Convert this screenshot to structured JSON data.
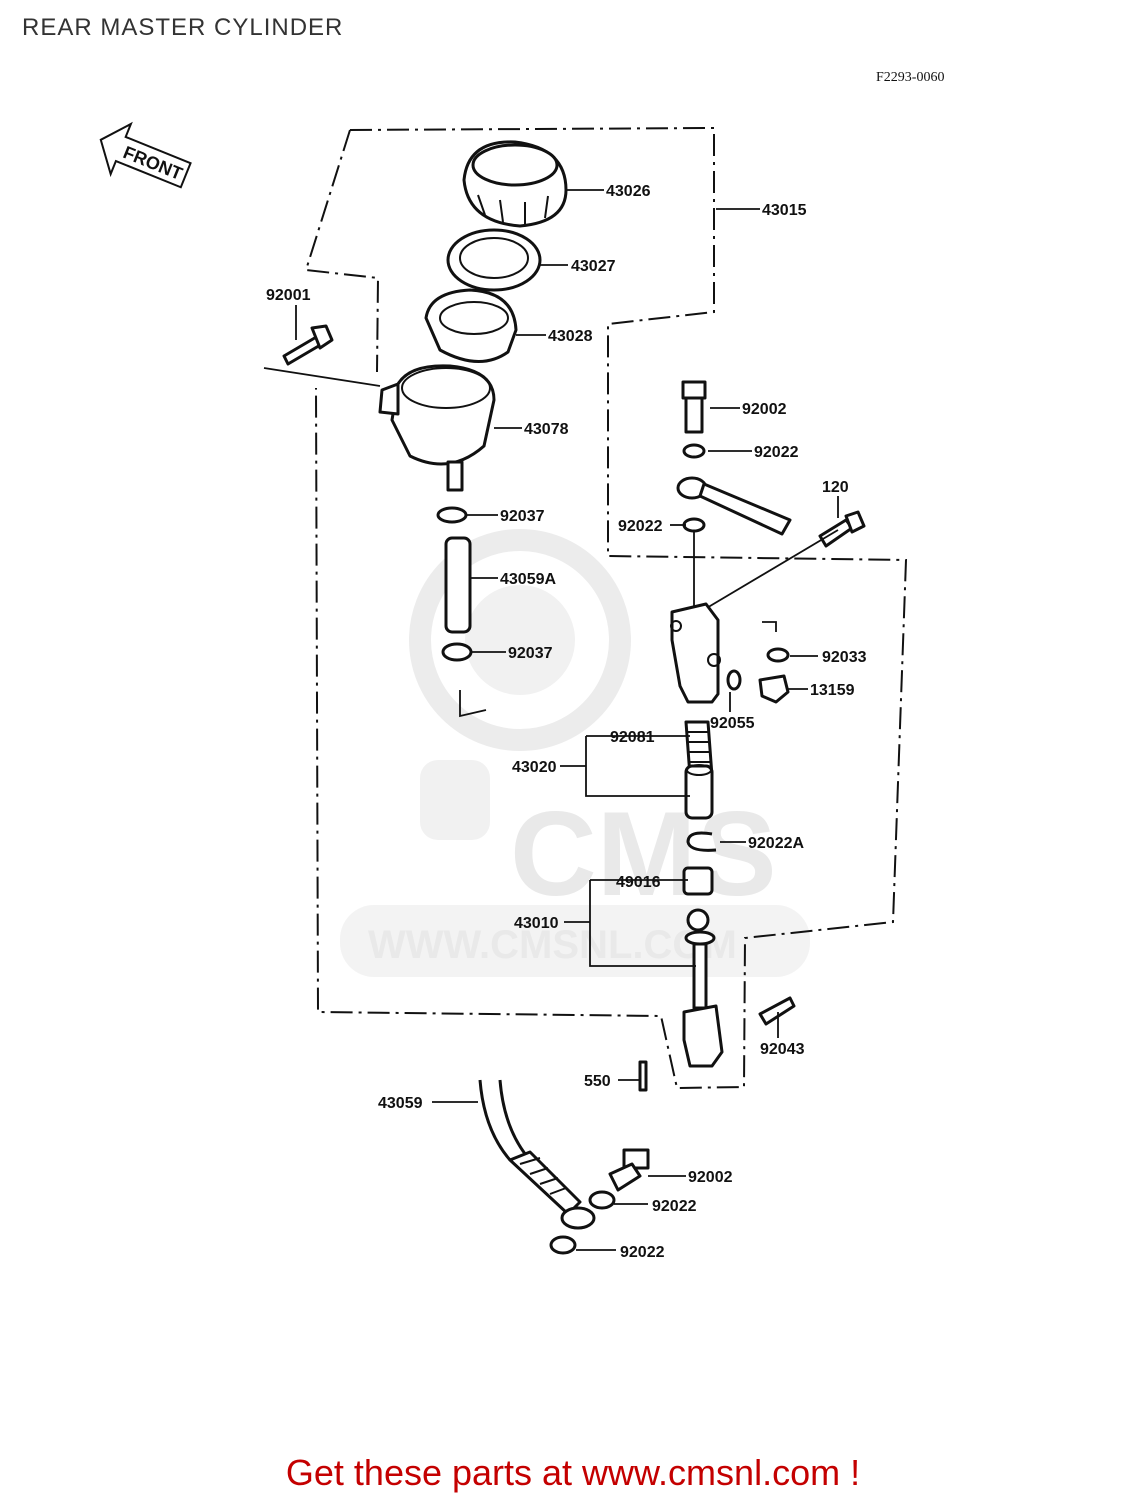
{
  "title": "REAR MASTER CYLINDER",
  "diagram_code": "F2293-0060",
  "front_label": "FRONT",
  "watermark": {
    "brand": "CMS",
    "url": "WWW.CMSNL.COM"
  },
  "parts": {
    "reservoir_cap": "43026",
    "reservoir_assy": "43015",
    "diaphragm_plate": "43027",
    "diaphragm": "43028",
    "bolt_92001": "92001",
    "reservoir": "43078",
    "bolt_upper": "92002",
    "washer_upper": "92022",
    "clamp_upper": "92037",
    "washer_lower": "92022",
    "bolt_120": "120",
    "hose_43059a": "43059A",
    "clamp_lower": "92037",
    "washer_92033": "92033",
    "fitting_13159": "13159",
    "oring_92055": "92055",
    "spring_92081": "92081",
    "piston_assy": "43020",
    "circlip": "92022A",
    "boot_49016": "49016",
    "pushrod_assy": "43010",
    "pin_92043": "92043",
    "cotter_550": "550",
    "brake_hose": "43059",
    "banjo_bolt": "92002",
    "banjo_washer_a": "92022",
    "banjo_washer_b": "92022"
  },
  "footer": "Get these parts at www.cmsnl.com !",
  "colors": {
    "footer_text": "#c40000",
    "watermark": "#e9e9e9",
    "line": "#111111"
  }
}
